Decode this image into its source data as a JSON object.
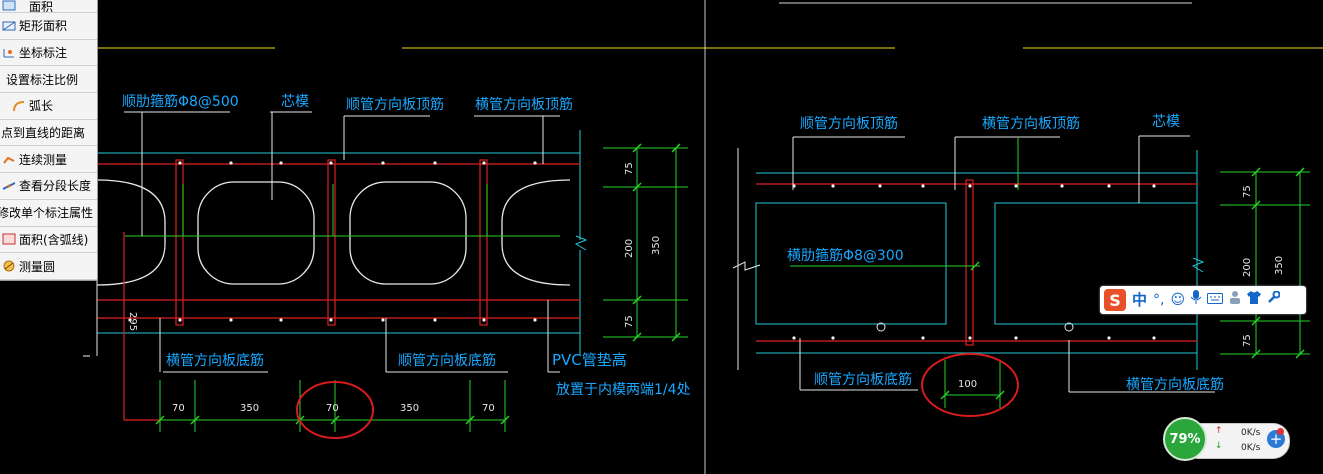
{
  "menu": {
    "items": [
      {
        "label": "面积",
        "icon": "area-icon"
      },
      {
        "label": "矩形面积",
        "icon": "rect-area-icon"
      },
      {
        "label": "坐标标注",
        "icon": "coordinate-icon"
      },
      {
        "label": "设置标注比例",
        "icon": ""
      },
      {
        "label": "弧长",
        "icon": "arc-length-icon"
      },
      {
        "label": "点到直线的距离",
        "icon": ""
      },
      {
        "label": "连续测量",
        "icon": "continuous-measure-icon"
      },
      {
        "label": "查看分段长度",
        "icon": "segment-length-icon"
      },
      {
        "label": "修改单个标注属性",
        "icon": ""
      },
      {
        "label": "面积(含弧线)",
        "icon": "arc-area-icon"
      },
      {
        "label": "测量圆",
        "icon": "measure-circle-icon"
      }
    ]
  },
  "drawing_left": {
    "labels": {
      "rib_stirrup": "顺肋箍筋Φ8@500",
      "core_mold": "芯模",
      "along_pipe_top": "顺管方向板顶筋",
      "cross_pipe_top": "横管方向板顶筋",
      "cross_pipe_bottom": "横管方向板底筋",
      "along_pipe_bottom": "顺管方向板底筋",
      "pvc_pad": "PVC管垫高",
      "pvc_note": "放置于内模两端1/4处"
    },
    "dims_bottom": [
      "70",
      "350",
      "70",
      "350",
      "70"
    ],
    "dims_right": [
      "75",
      "200",
      "75",
      "350"
    ],
    "dim_vertical": "295"
  },
  "drawing_right": {
    "labels": {
      "along_pipe_top": "顺管方向板顶筋",
      "cross_pipe_top": "横管方向板顶筋",
      "core_mold": "芯模",
      "rib_stirrup": "横肋箍筋Φ8@300",
      "along_pipe_bottom": "顺管方向板底筋",
      "cross_pipe_bottom": "横管方向板底筋"
    },
    "dim_gap": "100",
    "dims_right": [
      "75",
      "200",
      "75",
      "350"
    ]
  },
  "ime": {
    "logo": "S",
    "lang": "中",
    "punct": "°,"
  },
  "net_monitor": {
    "percent": "79%",
    "upload": "0K/s",
    "download": "0K/s",
    "up_arrow": "↑",
    "down_arrow": "↓",
    "plus": "+"
  },
  "colors": {
    "background": "#000000",
    "text": "#19a8ff",
    "rebar": "#e02020",
    "dimension": "#27d427",
    "leader": "#e6e6e6",
    "slab": "#22c9d6",
    "highlight": "#d81b1b",
    "frame": "#f0e020"
  }
}
